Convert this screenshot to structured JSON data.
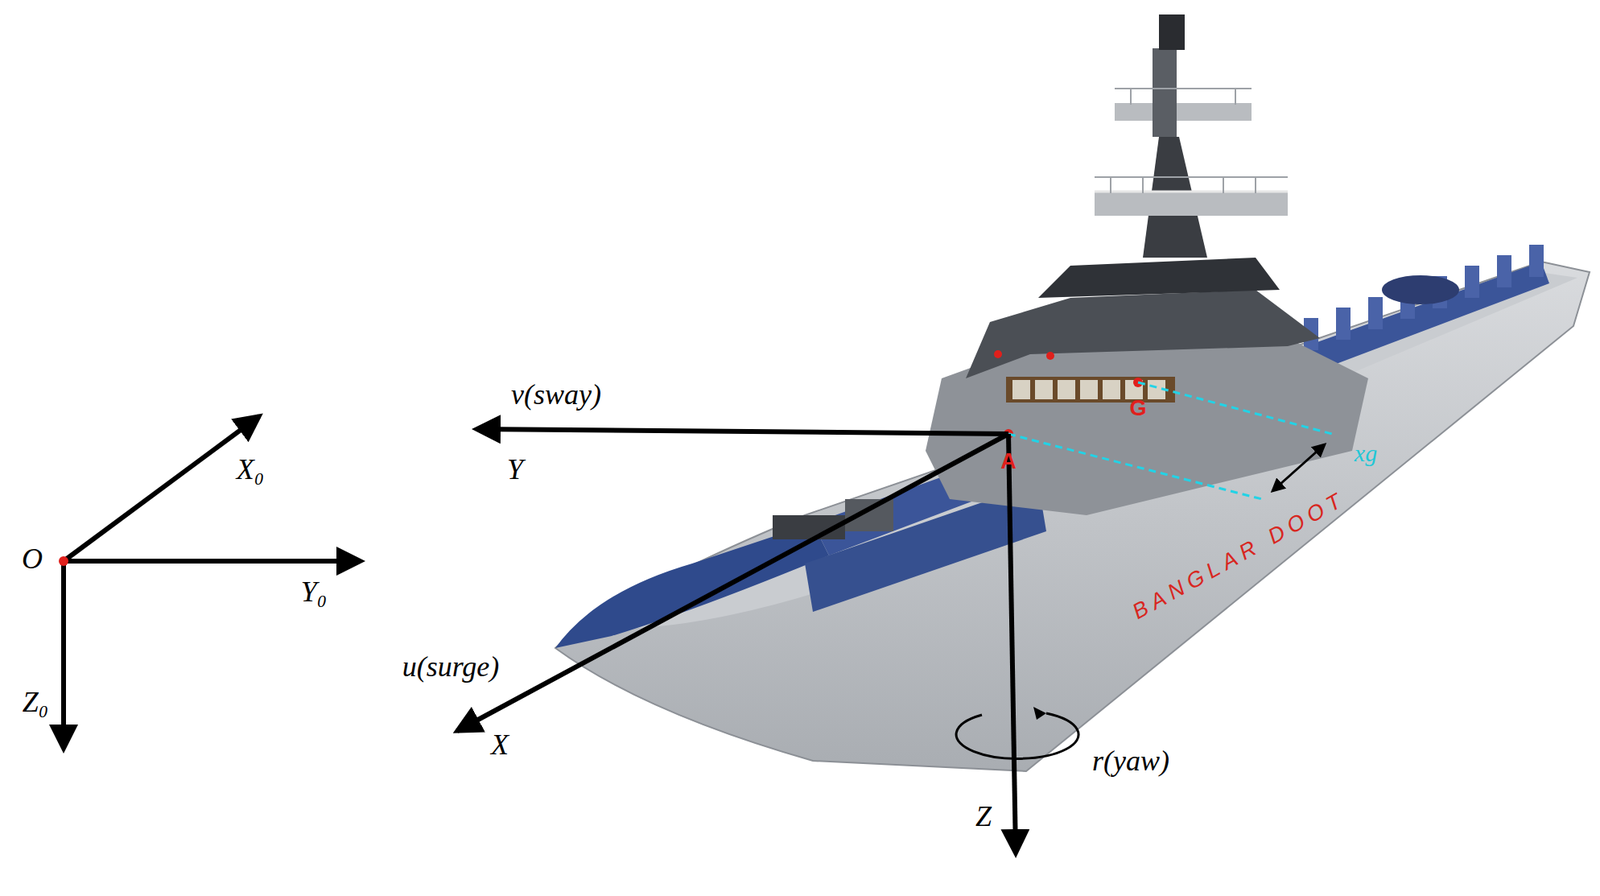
{
  "diagram": {
    "labels": [
      "O",
      "X₀",
      "Y₀",
      "Z₀",
      "v(sway)",
      "Y",
      "A",
      "G",
      "xg",
      "BANGLAR DOOT",
      "u(surge)",
      "X",
      "r(yaw)",
      "Z"
    ]
  }
}
